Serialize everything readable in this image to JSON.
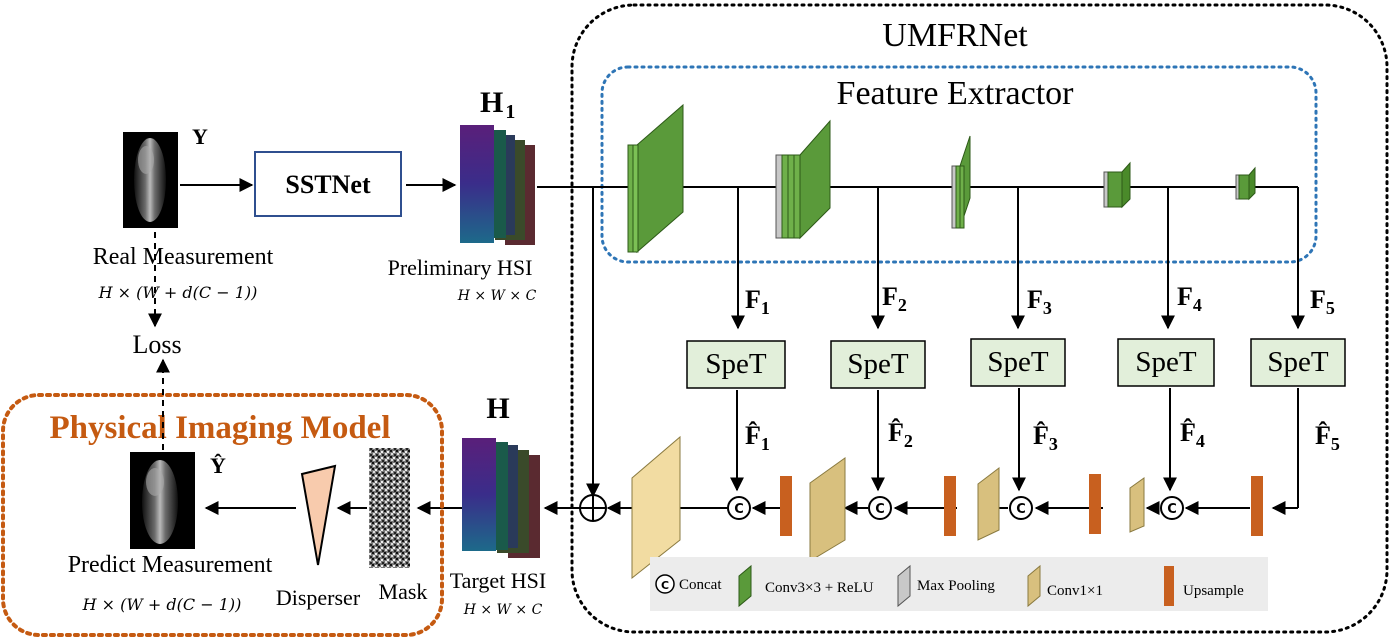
{
  "umfrnet": {
    "title": "UMFRNet"
  },
  "feature_extractor": {
    "title": "Feature Extractor"
  },
  "inputs": {
    "y_label": "Y",
    "real_measurement": "Real Measurement",
    "real_measurement_dims": "H × (W + d(C − 1))"
  },
  "sstnet": {
    "label": "SSTNet"
  },
  "h1": {
    "label_main": "H",
    "label_sub": "1",
    "caption": "Preliminary  HSI",
    "dims": "H × W × C"
  },
  "loss": {
    "label": "Loss"
  },
  "physical_model": {
    "title": "Physical Imaging Model",
    "y_hat_label": "Ŷ",
    "predict_measurement": "Predict Measurement",
    "predict_dims": "H × (W + d(C − 1))",
    "disperser": "Disperser",
    "mask": "Mask"
  },
  "target": {
    "label": "H",
    "caption": "Target HSI",
    "dims": "H × W × C"
  },
  "features": [
    {
      "name": "F",
      "sub": "1"
    },
    {
      "name": "F",
      "sub": "2"
    },
    {
      "name": "F",
      "sub": "3"
    },
    {
      "name": "F",
      "sub": "4"
    },
    {
      "name": "F",
      "sub": "5"
    }
  ],
  "refined_features": [
    {
      "name": "F̂",
      "sub": "1"
    },
    {
      "name": "F̂",
      "sub": "2"
    },
    {
      "name": "F̂",
      "sub": "3"
    },
    {
      "name": "F̂",
      "sub": "4"
    },
    {
      "name": "F̂",
      "sub": "5"
    }
  ],
  "spet_label": "SpeT",
  "concat_symbol": "C",
  "legend": {
    "concat": "Concat",
    "conv33": "Conv3×3 + ReLU",
    "maxpool": "Max Pooling",
    "conv11": "Conv1×1",
    "upsample": "Upsample"
  },
  "colors": {
    "conv_green": "#5a9a3a",
    "pool_gray": "#c8c8c8",
    "conv11_tan": "#d8c07e",
    "upsample_orange": "#c8601f",
    "spet_fill": "#e2efda",
    "model_orange": "#c55a11",
    "fe_blue": "#2e75b6",
    "sstnet_border": "#2f4f8f"
  }
}
